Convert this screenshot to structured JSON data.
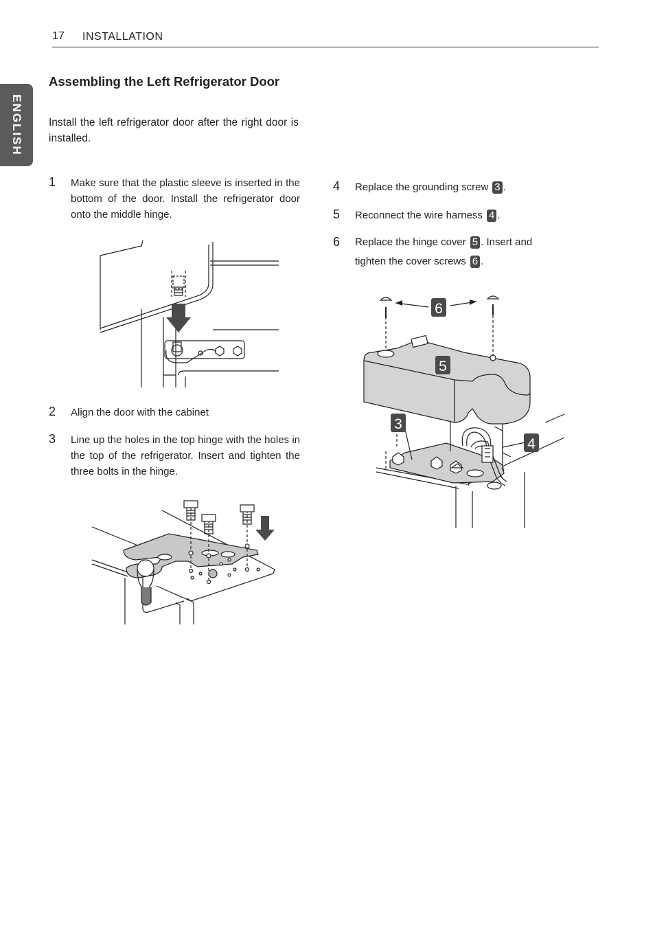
{
  "header": {
    "page_number": "17",
    "section": "INSTALLATION"
  },
  "side_tab": {
    "label": "ENGLISH"
  },
  "title": "Assembling the Left Refrigerator Door",
  "intro": "Install the left refrigerator door after the right door is installed.",
  "steps": [
    {
      "num": "1",
      "text": "Make sure that the plastic sleeve is inserted in the bottom of the door. Install the refrigerator door onto the middle hinge."
    },
    {
      "num": "2",
      "text": "Align the door with the cabinet"
    },
    {
      "num": "3",
      "text": "Line up the holes in the top hinge with the holes in the top of the refrigerator. Insert and tighten the three bolts in the hinge."
    },
    {
      "num": "4",
      "text": "Replace the grounding screw",
      "ref": "3",
      "after": "."
    },
    {
      "num": "5",
      "text": "Reconnect the wire harness",
      "ref": "4",
      "after": "."
    },
    {
      "num": "6",
      "text_a": "Replace the hinge cover",
      "ref_a": "5",
      "text_b": ". Insert and tighten the cover screws",
      "ref_b": "6",
      "after": "."
    }
  ],
  "figure3_callouts": {
    "screws": "6",
    "cover": "5",
    "grounding": "3",
    "harness": "4"
  }
}
